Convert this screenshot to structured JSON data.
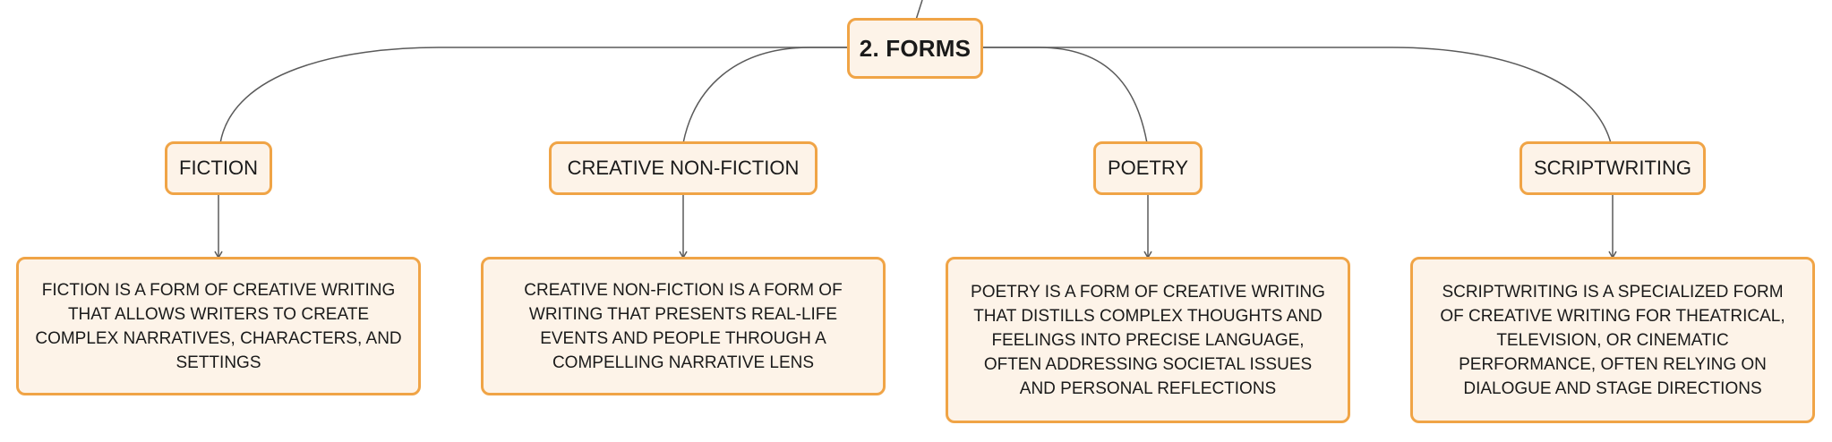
{
  "diagram": {
    "root": {
      "label": "2. FORMS"
    },
    "branches": [
      {
        "label": "FICTION",
        "description": "FICTION IS A FORM OF CREATIVE WRITING THAT ALLOWS WRITERS TO CREATE COMPLEX NARRATIVES, CHARACTERS, AND SETTINGS"
      },
      {
        "label": "CREATIVE NON-FICTION",
        "description": "CREATIVE NON-FICTION IS A FORM OF WRITING THAT PRESENTS REAL-LIFE EVENTS AND PEOPLE THROUGH A COMPELLING NARRATIVE LENS"
      },
      {
        "label": "POETRY",
        "description": "POETRY IS A FORM OF CREATIVE WRITING THAT DISTILLS COMPLEX THOUGHTS AND FEELINGS INTO PRECISE LANGUAGE, OFTEN ADDRESSING SOCIETAL ISSUES AND PERSONAL REFLECTIONS"
      },
      {
        "label": "SCRIPTWRITING",
        "description": "SCRIPTWRITING IS A SPECIALIZED FORM OF CREATIVE WRITING FOR THEATRICAL, TELEVISION, OR CINEMATIC PERFORMANCE, OFTEN RELYING ON DIALOGUE AND STAGE DIRECTIONS"
      }
    ]
  },
  "colors": {
    "node_fill": "#fdf3e8",
    "node_border": "#f0a446",
    "connector": "#5a5a5a",
    "text": "#1a1a1a"
  }
}
